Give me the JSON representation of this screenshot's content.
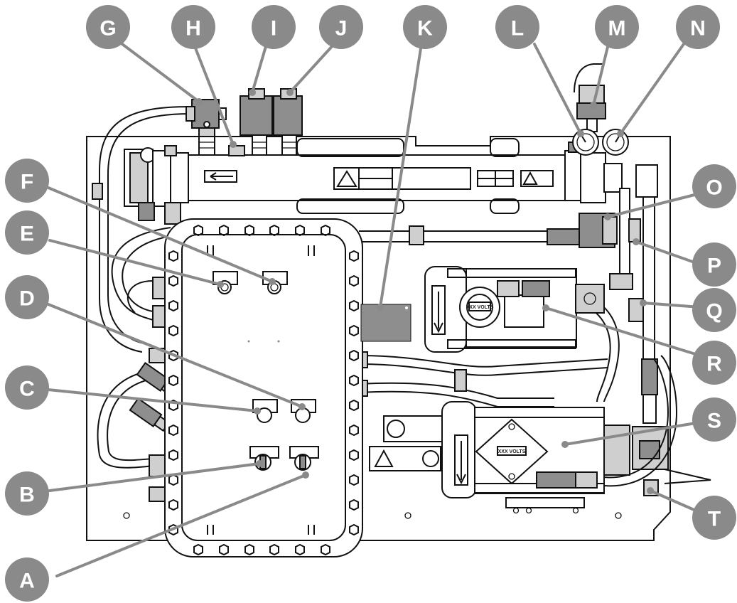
{
  "callouts": {
    "A": "A",
    "B": "B",
    "C": "C",
    "D": "D",
    "E": "E",
    "F": "F",
    "G": "G",
    "H": "H",
    "I": "I",
    "J": "J",
    "K": "K",
    "L": "L",
    "M": "M",
    "N": "N",
    "O": "O",
    "P": "P",
    "Q": "Q",
    "R": "R",
    "S": "S",
    "T": "T"
  },
  "motor_label_1": "XXX VOLTS",
  "motor_label_2": "XXX VOLTS",
  "colors": {
    "badge": "#8a8a8a",
    "leader": "#8a8a8a",
    "plate": "#8e8e8e",
    "line": "#111111"
  }
}
